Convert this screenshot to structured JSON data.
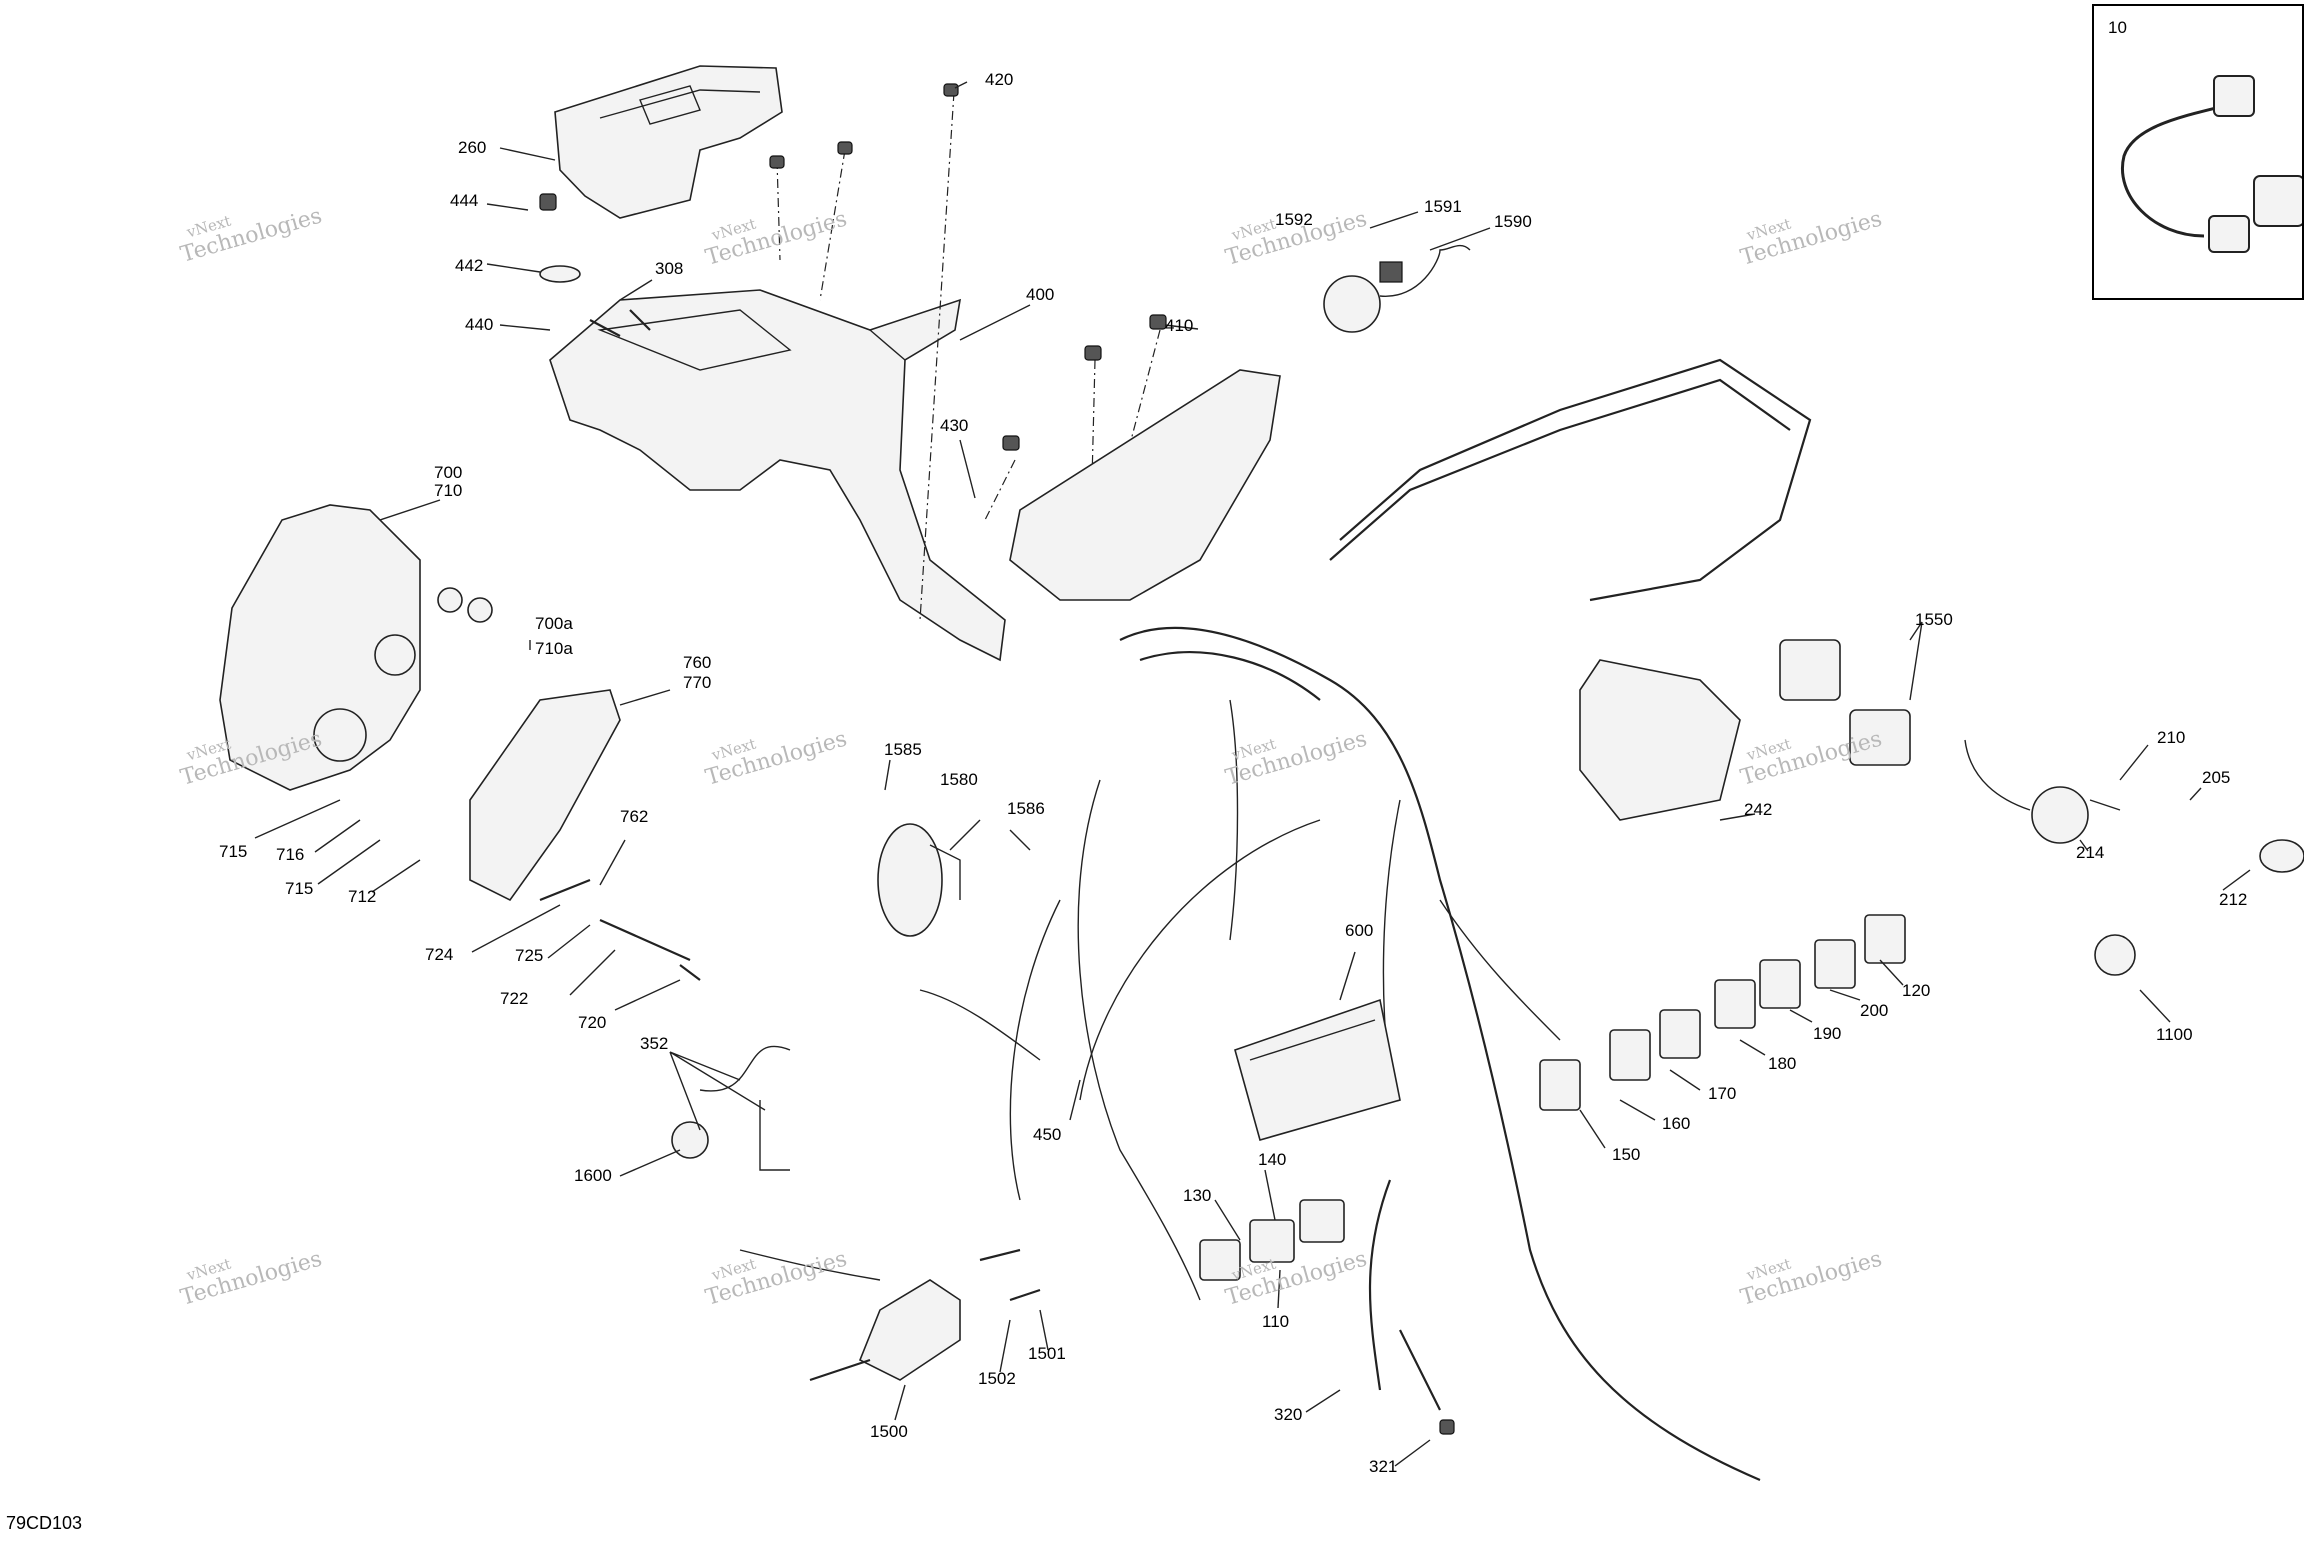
{
  "figure_code": "79CD103",
  "inset_number": "10",
  "watermark": {
    "line1": "vNext",
    "line2": "Technologies"
  },
  "callouts": [
    "260",
    "444",
    "442",
    "308",
    "440",
    "420",
    "400",
    "410",
    "430",
    "1592",
    "1591",
    "1590",
    "700",
    "710",
    "700a",
    "710a",
    "760",
    "770",
    "762",
    "715",
    "716",
    "715",
    "712",
    "724",
    "725",
    "722",
    "720",
    "1585",
    "1580",
    "1586",
    "352",
    "1600",
    "450",
    "600",
    "1550",
    "242",
    "210",
    "205",
    "214",
    "212",
    "1100",
    "120",
    "200",
    "190",
    "180",
    "170",
    "160",
    "150",
    "130",
    "140",
    "110",
    "320",
    "321",
    "1500",
    "1502",
    "1501"
  ]
}
